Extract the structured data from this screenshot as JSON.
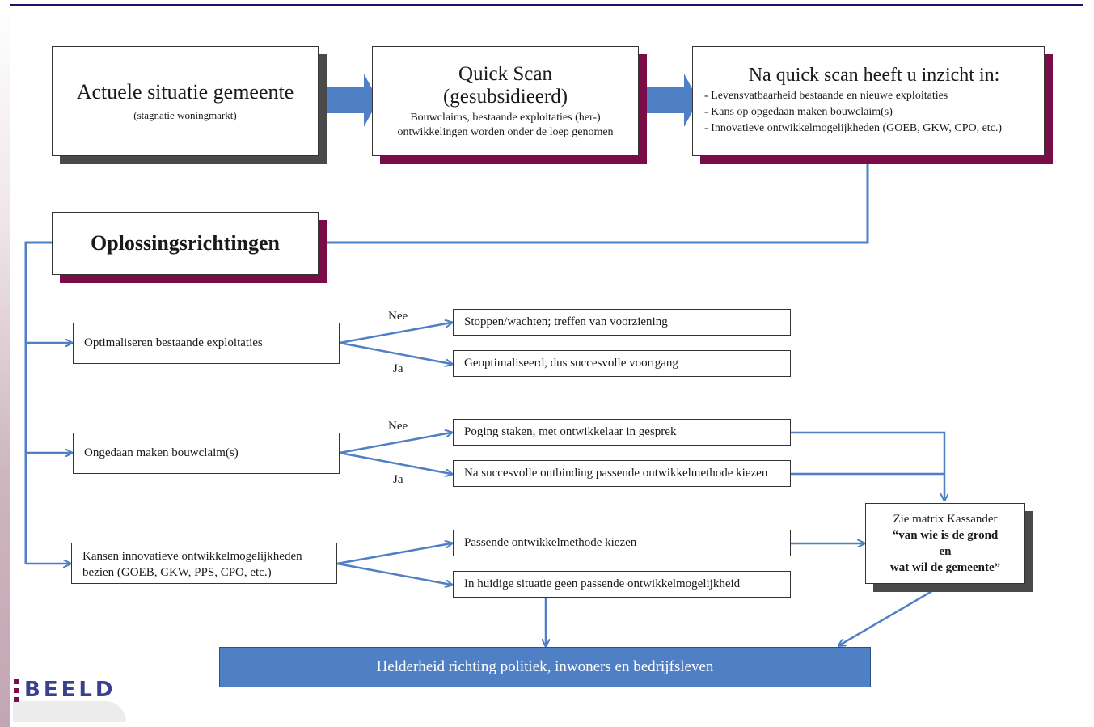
{
  "boxes": {
    "actuele": {
      "title": "Actuele situatie gemeente",
      "subtitle": "(stagnatie woningmarkt)"
    },
    "quickscan": {
      "title": "Quick Scan",
      "title2": "(gesubsidieerd)",
      "line1": "Bouwclaims, bestaande exploitaties (her-)",
      "line2": "ontwikkelingen worden onder de loep genomen"
    },
    "inzicht": {
      "title": "Na quick scan heeft u inzicht in:",
      "items": [
        "- Levensvatbaarheid bestaande en nieuwe exploitaties",
        "- Kans op opgedaan maken bouwclaim(s)",
        "- Innovatieve ontwikkelmogelijkheden (GOEB, GKW, CPO, etc.)"
      ]
    },
    "oplossing": {
      "title": "Oplossingsrichtingen"
    }
  },
  "options": [
    {
      "label": "Optimaliseren bestaande exploitaties"
    },
    {
      "label": "Ongedaan maken bouwclaim(s)"
    },
    {
      "line1": "Kansen innovatieve ontwikkelmogelijkheden",
      "line2": "bezien (GOEB, GKW, PPS, CPO, etc.)"
    }
  ],
  "results": [
    "Stoppen/wachten; treffen van voorziening",
    "Geoptimaliseerd, dus succesvolle voortgang",
    "Poging staken, met ontwikkelaar in gesprek",
    "Na succesvolle ontbinding passende ontwikkelmethode kiezen",
    "Passende ontwikkelmethode kiezen",
    "In huidige situatie geen passende ontwikkelmogelijkheid"
  ],
  "branch_labels": {
    "no": "Nee",
    "yes": "Ja"
  },
  "kassander": {
    "line1": "Zie matrix Kassander",
    "line2": "“van wie is de grond",
    "line3": "en",
    "line4": "wat wil de gemeente”"
  },
  "banner": "Helderheid richting politiek, inwoners en bedrijfsleven",
  "logo": "BEELD",
  "colors": {
    "arrow": "#4f7fc4",
    "maroon_shadow": "#7a0d47",
    "gray_shadow": "#4a4a4a",
    "banner": "#4f7fc4",
    "rule": "#1b1464"
  }
}
